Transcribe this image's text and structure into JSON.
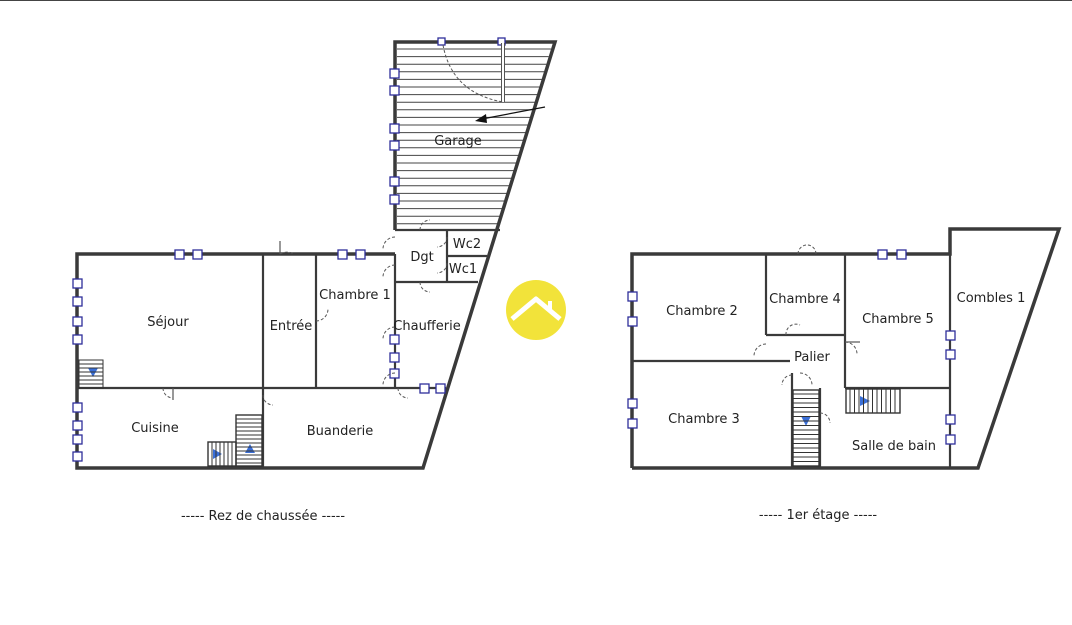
{
  "colors": {
    "wall": "#3a3a3a",
    "window": "#2e2e9a",
    "stair_arrow": "#3a6fd8",
    "logo": "#f2e33a"
  },
  "ground_floor": {
    "caption": "-----  Rez de chaussée  -----",
    "rooms": {
      "garage": "Garage",
      "sejour": "Séjour",
      "entree": "Entrée",
      "chambre1": "Chambre 1",
      "dgt": "Dgt",
      "wc2": "Wc2",
      "wc1": "Wc1",
      "chaufferie": "Chaufferie",
      "cuisine": "Cuisine",
      "buanderie": "Buanderie"
    }
  },
  "first_floor": {
    "caption": "-----  1er étage  -----",
    "rooms": {
      "chambre2": "Chambre 2",
      "chambre4": "Chambre 4",
      "chambre5": "Chambre 5",
      "combles1": "Combles 1",
      "palier": "Palier",
      "chambre3": "Chambre 3",
      "salle_de_bain": "Salle de bain"
    }
  },
  "logo_icon": "house-roof-icon"
}
